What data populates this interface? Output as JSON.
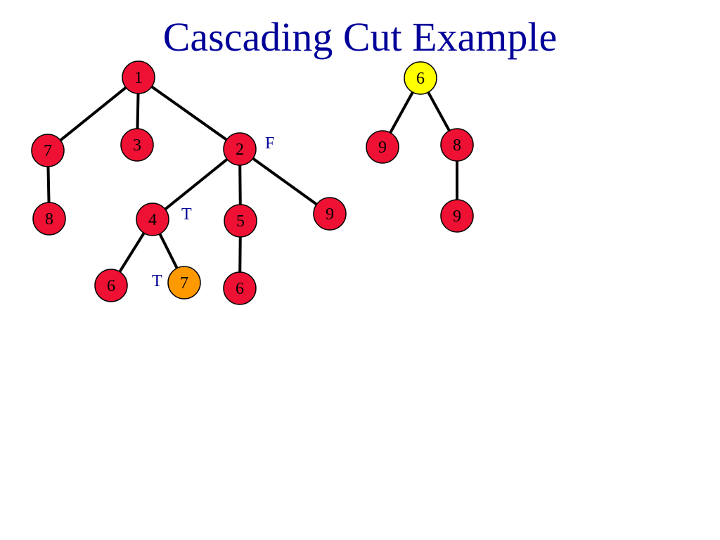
{
  "slide": {
    "title": "Cascading Cut Example"
  },
  "colors": {
    "title": "#000099",
    "node_default": "#ee1133",
    "node_highlight_yellow": "#ffff00",
    "node_highlight_orange": "#ff9900",
    "edge": "#000000",
    "mark_text": "#000099"
  },
  "diagram": {
    "nodes": [
      {
        "id": "n1",
        "label": "1",
        "color": "default"
      },
      {
        "id": "n7a",
        "label": "7",
        "color": "default"
      },
      {
        "id": "n3",
        "label": "3",
        "color": "default"
      },
      {
        "id": "n2",
        "label": "2",
        "color": "default"
      },
      {
        "id": "n8a",
        "label": "8",
        "color": "default"
      },
      {
        "id": "n4",
        "label": "4",
        "color": "default"
      },
      {
        "id": "n5",
        "label": "5",
        "color": "default"
      },
      {
        "id": "n9a",
        "label": "9",
        "color": "default"
      },
      {
        "id": "n6a",
        "label": "6",
        "color": "default"
      },
      {
        "id": "n7b",
        "label": "7",
        "color": "orange"
      },
      {
        "id": "n6b",
        "label": "6",
        "color": "default"
      },
      {
        "id": "n6c",
        "label": "6",
        "color": "yellow"
      },
      {
        "id": "n9b",
        "label": "9",
        "color": "default"
      },
      {
        "id": "n8b",
        "label": "8",
        "color": "default"
      },
      {
        "id": "n9c",
        "label": "9",
        "color": "default"
      }
    ],
    "edges": [
      {
        "from": "n1",
        "to": "n7a"
      },
      {
        "from": "n1",
        "to": "n3"
      },
      {
        "from": "n1",
        "to": "n2"
      },
      {
        "from": "n7a",
        "to": "n8a"
      },
      {
        "from": "n2",
        "to": "n4"
      },
      {
        "from": "n2",
        "to": "n5"
      },
      {
        "from": "n2",
        "to": "n9a"
      },
      {
        "from": "n4",
        "to": "n6a"
      },
      {
        "from": "n4",
        "to": "n7b"
      },
      {
        "from": "n5",
        "to": "n6b"
      },
      {
        "from": "n6c",
        "to": "n9b"
      },
      {
        "from": "n6c",
        "to": "n8b"
      },
      {
        "from": "n8b",
        "to": "n9c"
      }
    ],
    "marks": [
      {
        "id": "mark-f-node2",
        "text": "F"
      },
      {
        "id": "mark-t-node4",
        "text": "T"
      },
      {
        "id": "mark-t-node7",
        "text": "T"
      }
    ]
  }
}
